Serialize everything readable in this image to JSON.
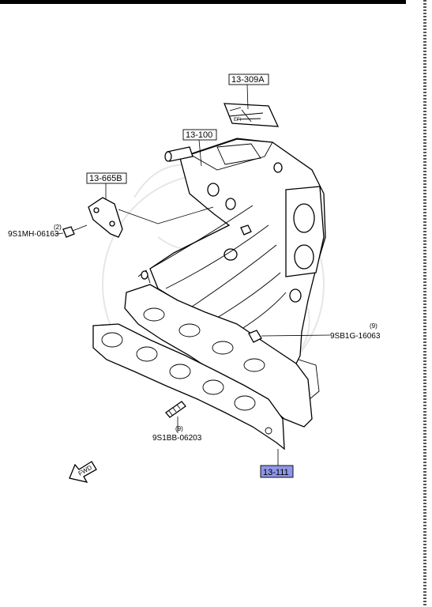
{
  "colors": {
    "highlight": "#8f95e8",
    "line": "#000000",
    "background": "#ffffff"
  },
  "parts": {
    "emblem": {
      "code": "13-309A"
    },
    "manifold": {
      "code": "13-100"
    },
    "bracket": {
      "code": "13-665B"
    },
    "gasket": {
      "code": "13-111"
    }
  },
  "fasteners": {
    "bolt": {
      "code": "9S1MH-06163",
      "qty": "(2)"
    },
    "nut": {
      "code": "9SB1G-16063",
      "qty": "(9)"
    },
    "stud": {
      "code": "9S1BB-06203",
      "qty": "(9)"
    }
  },
  "direction": {
    "label": "FWD"
  }
}
